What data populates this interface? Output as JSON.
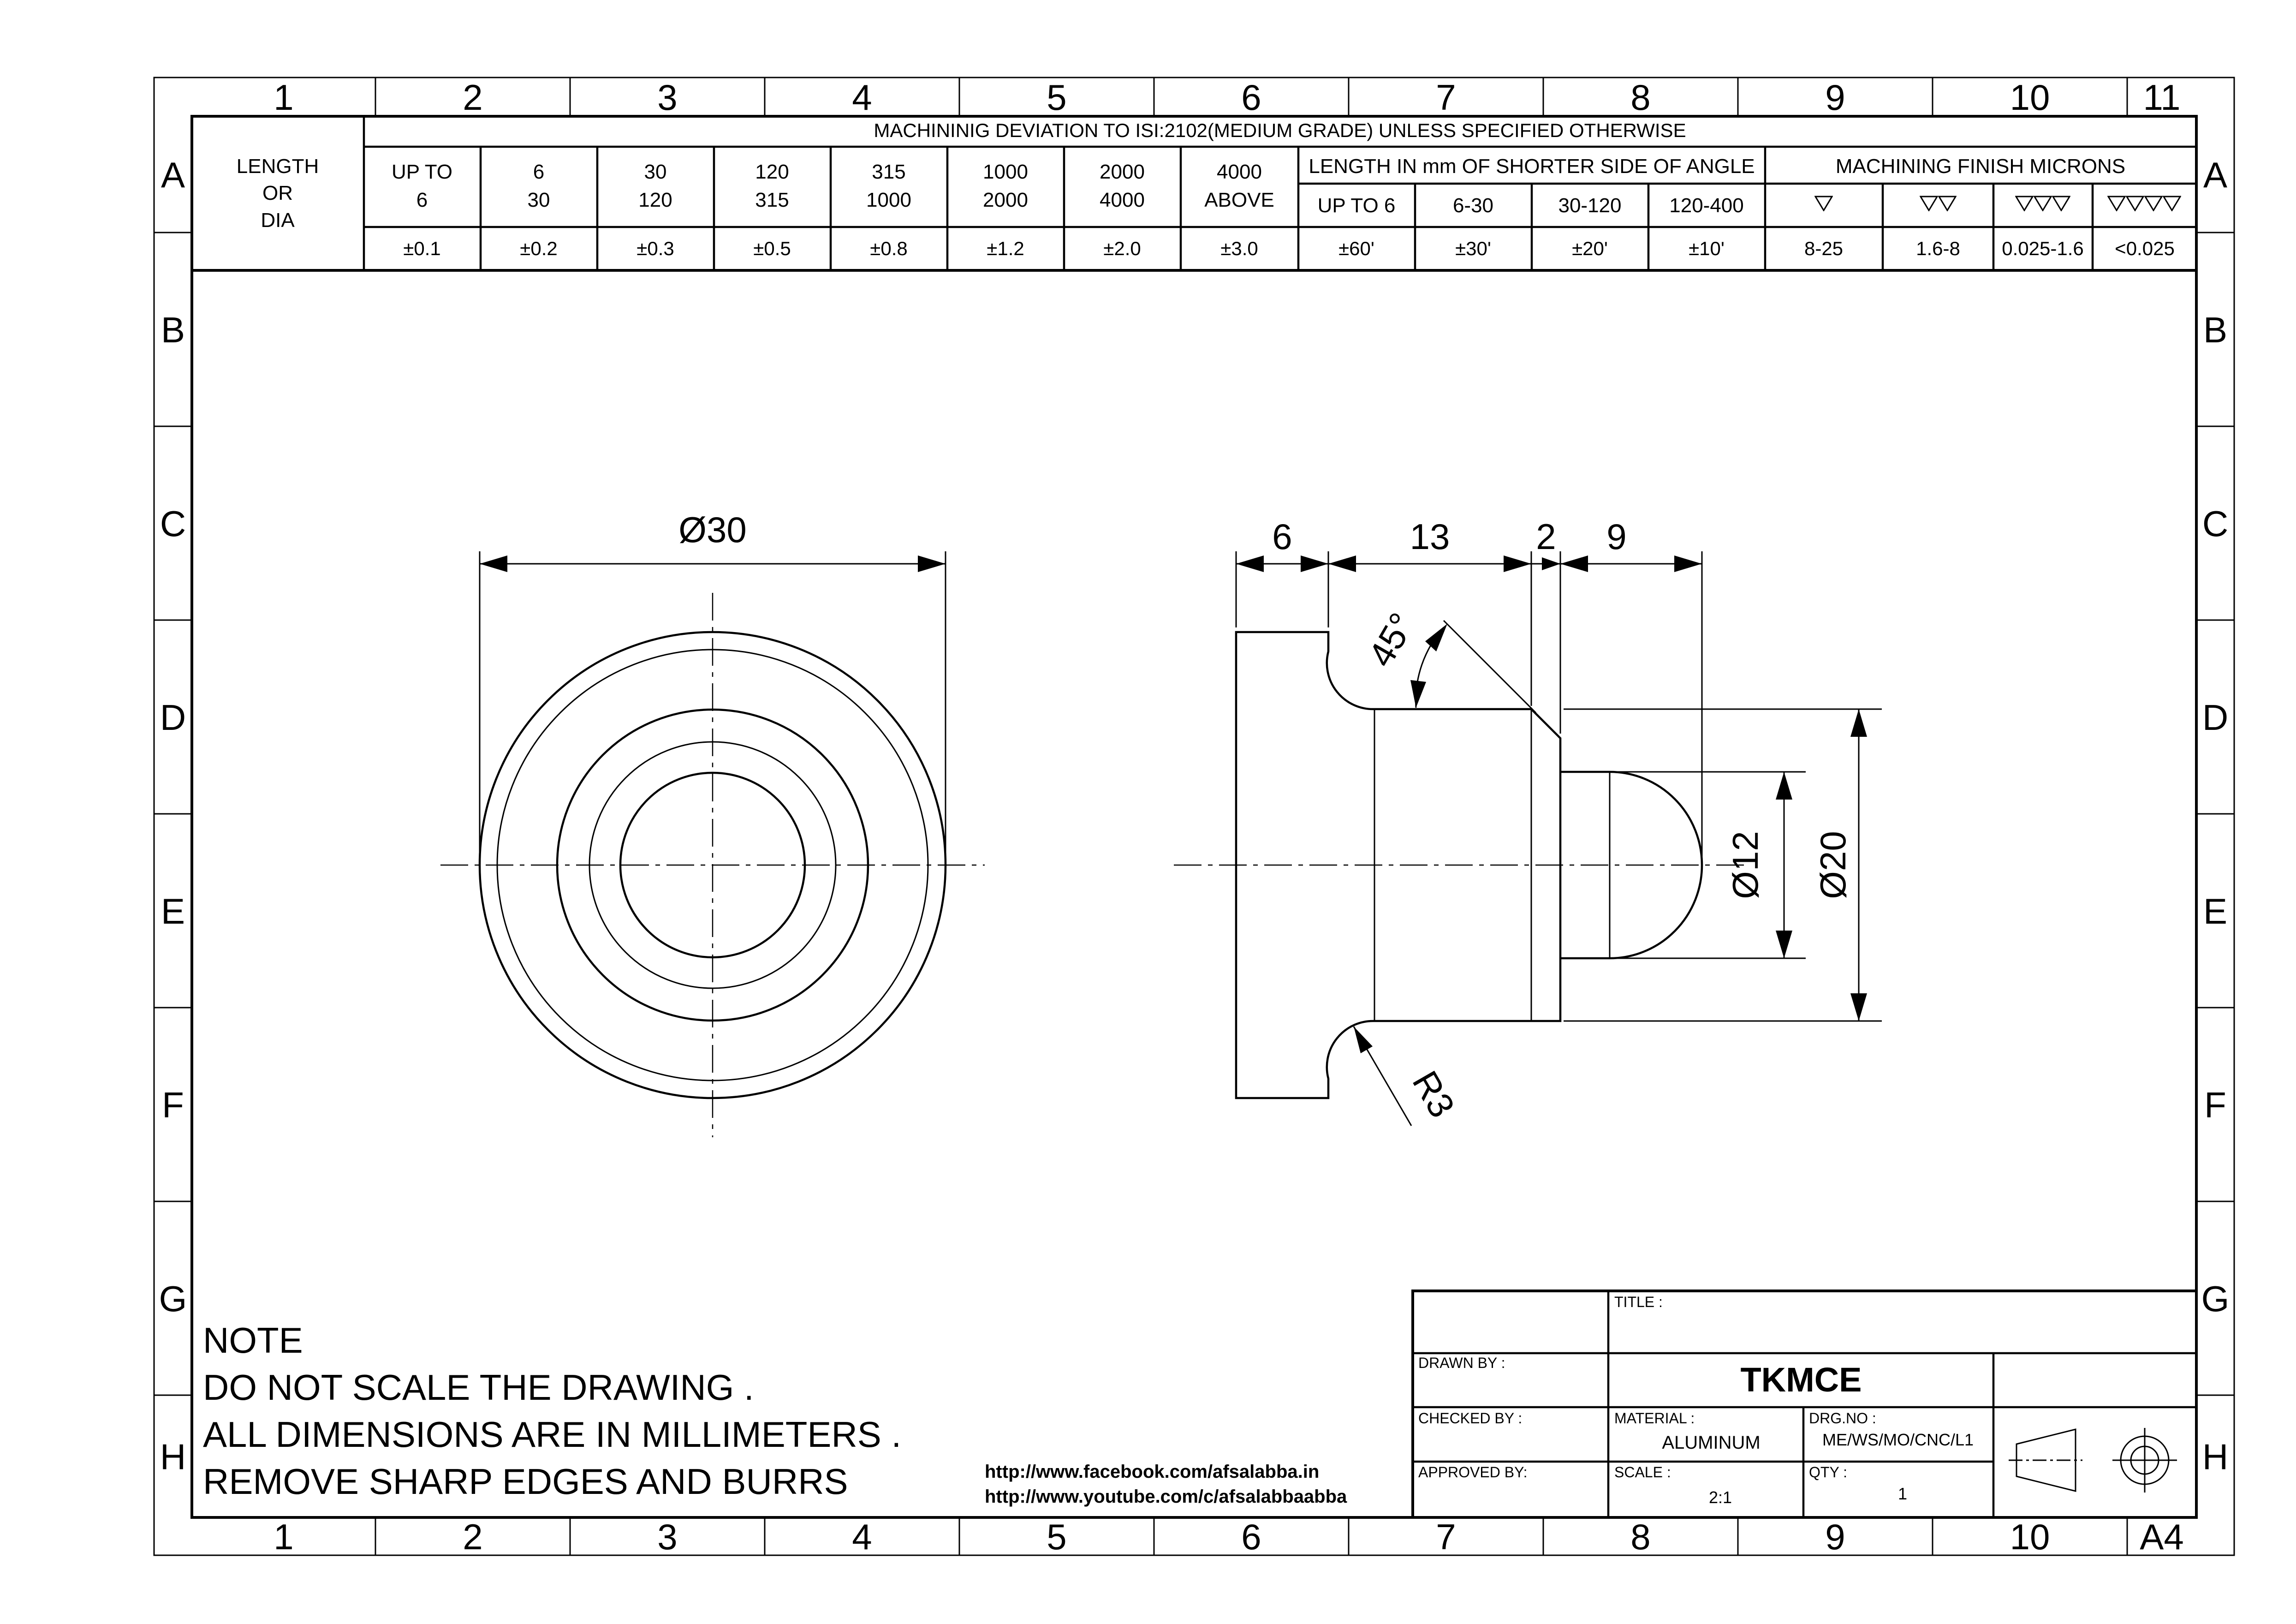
{
  "sheet": {
    "columns": [
      "1",
      "2",
      "3",
      "4",
      "5",
      "6",
      "7",
      "8",
      "9",
      "10",
      "11"
    ],
    "bottom_columns": [
      "1",
      "2",
      "3",
      "4",
      "5",
      "6",
      "7",
      "8",
      "9",
      "10",
      "A4"
    ],
    "rows": [
      "A",
      "B",
      "C",
      "D",
      "E",
      "F",
      "G",
      "H"
    ]
  },
  "tolerance_table": {
    "header": "MACHININIG DEVIATION TO ISI:2102(MEDIUM GRADE) UNLESS SPECIFIED OTHERWISE",
    "length_label": [
      "LENGTH",
      "OR",
      "DIA"
    ],
    "ranges": [
      {
        "top": "UP TO",
        "bottom": "6",
        "tol": "±0.1"
      },
      {
        "top": "6",
        "bottom": "30",
        "tol": "±0.2"
      },
      {
        "top": "30",
        "bottom": "120",
        "tol": "±0.3"
      },
      {
        "top": "120",
        "bottom": "315",
        "tol": "±0.5"
      },
      {
        "top": "315",
        "bottom": "1000",
        "tol": "±0.8"
      },
      {
        "top": "1000",
        "bottom": "2000",
        "tol": "±1.2"
      },
      {
        "top": "2000",
        "bottom": "4000",
        "tol": "±2.0"
      },
      {
        "top": "4000",
        "bottom": "ABOVE",
        "tol": "±3.0"
      }
    ],
    "angle_header": "LENGTH IN mm OF SHORTER SIDE OF ANGLE",
    "angles": [
      {
        "range": "UP TO 6",
        "tol": "±60'"
      },
      {
        "range": "6-30",
        "tol": "±30'"
      },
      {
        "range": "30-120",
        "tol": "±20'"
      },
      {
        "range": "120-400",
        "tol": "±10'"
      }
    ],
    "finish_header": "MACHINING FINISH MICRONS",
    "finish": [
      {
        "symbols": 1,
        "value": "8-25"
      },
      {
        "symbols": 2,
        "value": "1.6-8"
      },
      {
        "symbols": 3,
        "value": "0.025-1.6"
      },
      {
        "symbols": 4,
        "value": "<0.025"
      }
    ]
  },
  "drawing": {
    "front_dim": "Ø30",
    "side_dims": {
      "d1": "6",
      "d2": "13",
      "d3": "2",
      "d4": "9",
      "angle": "45°",
      "radius": "R3",
      "dia_small": "Ø12",
      "dia_large": "Ø20"
    }
  },
  "notes": {
    "title": "NOTE",
    "lines": [
      "DO NOT SCALE THE DRAWING .",
      "ALL DIMENSIONS ARE IN MILLIMETERS .",
      "REMOVE SHARP EDGES AND BURRS"
    ]
  },
  "links": [
    "http://www.facebook.com/afsalabba.in",
    "http://www.youtube.com/c/afsalabbaabba"
  ],
  "title_block": {
    "title_label": "TITLE :",
    "drawn_by_label": "DRAWN BY :",
    "institution": "TKMCE",
    "checked_by_label": "CHECKED BY :",
    "material_label": "MATERIAL :",
    "material": "ALUMINUM",
    "drg_no_label": "DRG.NO :",
    "drg_no": "ME/WS/MO/CNC/L1",
    "approved_by_label": "APPROVED BY:",
    "scale_label": "SCALE :",
    "scale": "2:1",
    "qty_label": "QTY :",
    "qty": "1"
  }
}
